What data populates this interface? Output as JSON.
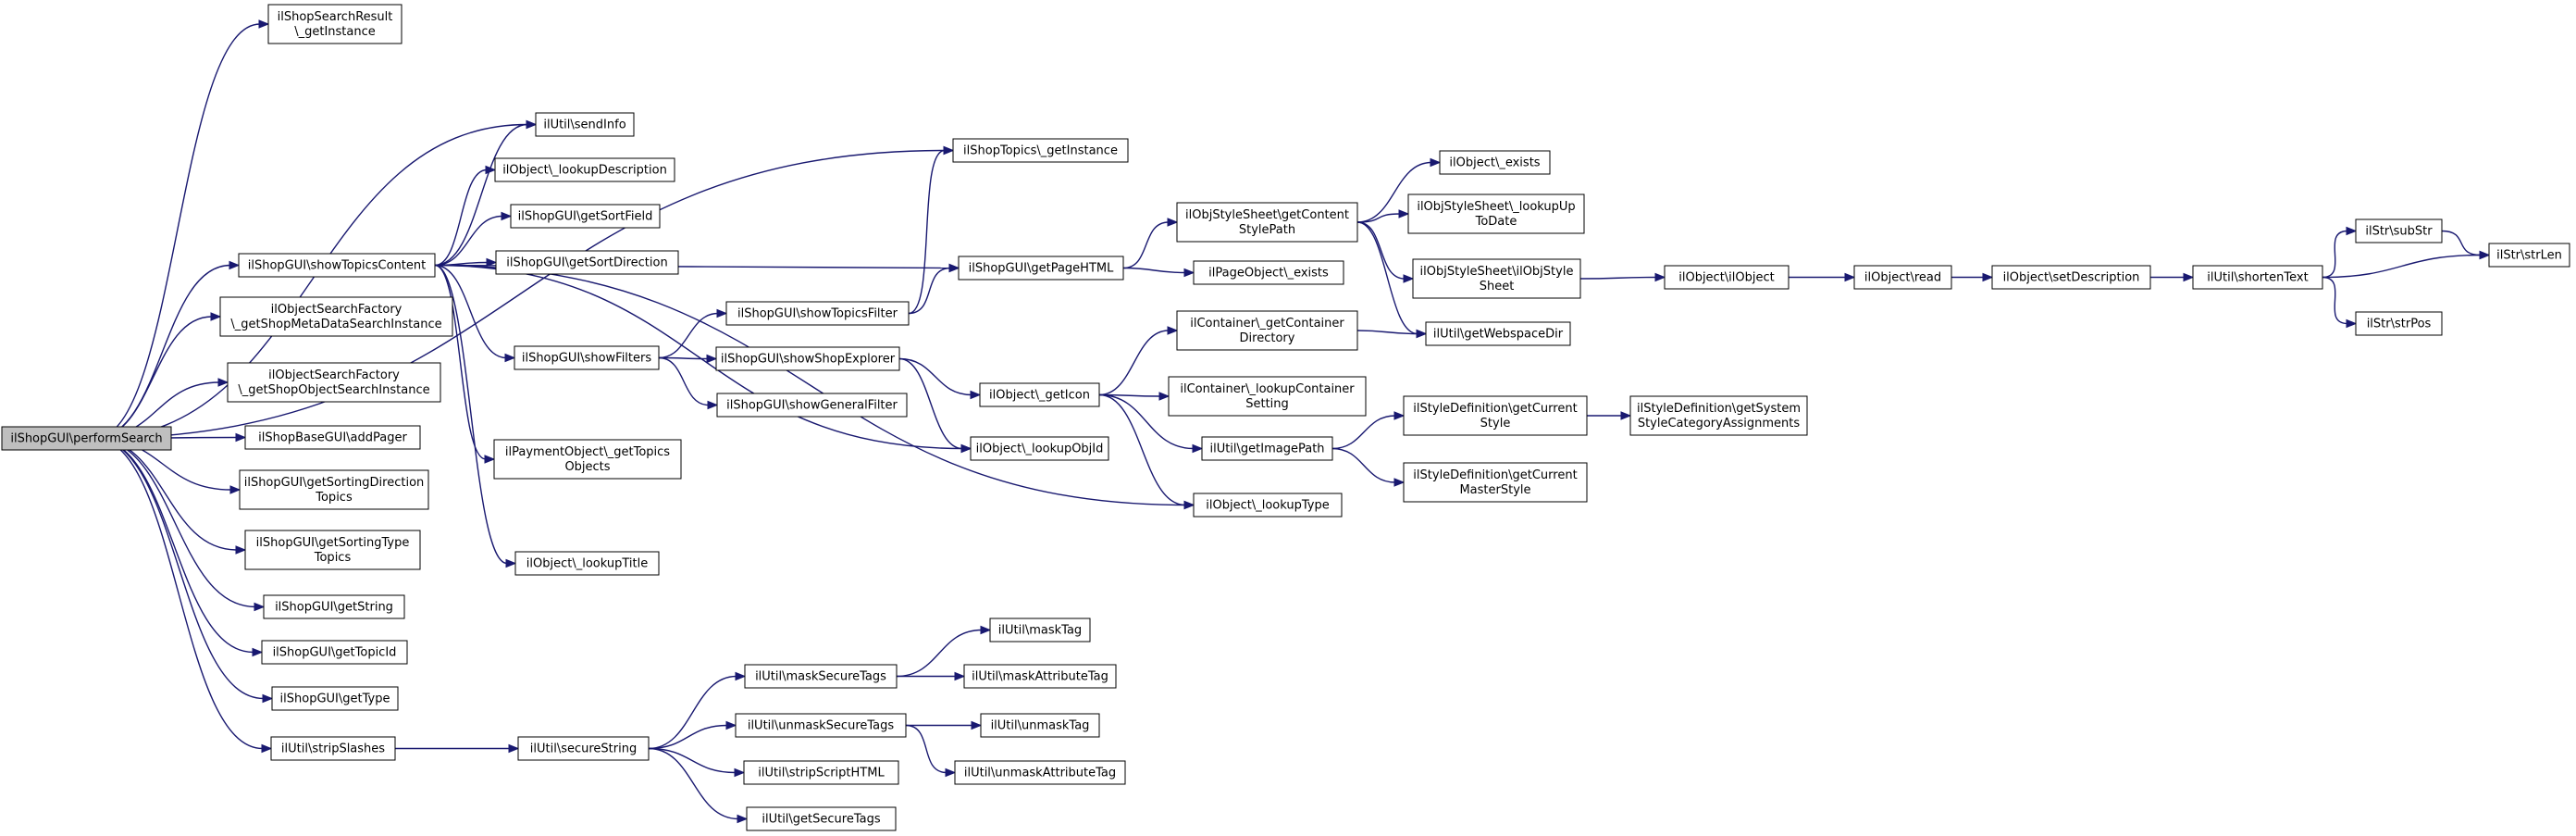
{
  "colors": {
    "edge": "#191970",
    "root_fill": "#bfbfbf",
    "node_fill": "#ffffff",
    "border": "#000000"
  },
  "nodes": [
    {
      "id": "root",
      "lines": [
        "ilShopGUI\\performSearch"
      ],
      "root": true
    },
    {
      "id": "n1",
      "lines": [
        "ilShopSearchResult",
        "\\_getInstance"
      ]
    },
    {
      "id": "n2",
      "lines": [
        "ilShopTopics\\_getInstance"
      ]
    },
    {
      "id": "n3",
      "lines": [
        "ilUtil\\sendInfo"
      ]
    },
    {
      "id": "n4",
      "lines": [
        "ilObject\\_lookupDescription"
      ]
    },
    {
      "id": "n5",
      "lines": [
        "ilShopGUI\\getSortField"
      ]
    },
    {
      "id": "n6",
      "lines": [
        "ilShopGUI\\getSortDirection"
      ]
    },
    {
      "id": "n7",
      "lines": [
        "ilShopGUI\\showTopicsContent"
      ]
    },
    {
      "id": "n8",
      "lines": [
        "ilObjectSearchFactory",
        "\\_getShopMetaDataSearchInstance"
      ]
    },
    {
      "id": "n9",
      "lines": [
        "ilObjectSearchFactory",
        "\\_getShopObjectSearchInstance"
      ]
    },
    {
      "id": "n10",
      "lines": [
        "ilShopBaseGUI\\addPager"
      ]
    },
    {
      "id": "n11",
      "lines": [
        "ilShopGUI\\getSortingDirection",
        "Topics"
      ]
    },
    {
      "id": "n12",
      "lines": [
        "ilShopGUI\\getSortingType",
        "Topics"
      ]
    },
    {
      "id": "n13",
      "lines": [
        "ilShopGUI\\getString"
      ]
    },
    {
      "id": "n14",
      "lines": [
        "ilShopGUI\\getTopicId"
      ]
    },
    {
      "id": "n15",
      "lines": [
        "ilShopGUI\\getType"
      ]
    },
    {
      "id": "n16",
      "lines": [
        "ilUtil\\stripSlashes"
      ]
    },
    {
      "id": "n17",
      "lines": [
        "ilShopGUI\\showFilters"
      ]
    },
    {
      "id": "n18",
      "lines": [
        "ilPaymentObject\\_getTopics",
        "Objects"
      ]
    },
    {
      "id": "n19",
      "lines": [
        "ilObject\\_lookupTitle"
      ]
    },
    {
      "id": "n20",
      "lines": [
        "ilShopGUI\\showTopicsFilter"
      ]
    },
    {
      "id": "n21",
      "lines": [
        "ilShopGUI\\showShopExplorer"
      ]
    },
    {
      "id": "n22",
      "lines": [
        "ilShopGUI\\showGeneralFilter"
      ]
    },
    {
      "id": "n23",
      "lines": [
        "ilShopGUI\\getPageHTML"
      ]
    },
    {
      "id": "n24",
      "lines": [
        "ilObjStyleSheet\\getContent",
        "StylePath"
      ]
    },
    {
      "id": "n25",
      "lines": [
        "ilPageObject\\_exists"
      ]
    },
    {
      "id": "n26",
      "lines": [
        "ilObject\\_exists"
      ]
    },
    {
      "id": "n27",
      "lines": [
        "ilObjStyleSheet\\_lookupUp",
        "ToDate"
      ]
    },
    {
      "id": "n28",
      "lines": [
        "ilObjStyleSheet\\ilObjStyle",
        "Sheet"
      ]
    },
    {
      "id": "n29",
      "lines": [
        "ilUtil\\getWebspaceDir"
      ]
    },
    {
      "id": "n30",
      "lines": [
        "ilObject\\ilObject"
      ]
    },
    {
      "id": "n31",
      "lines": [
        "ilObject\\read"
      ]
    },
    {
      "id": "n32",
      "lines": [
        "ilObject\\setDescription"
      ]
    },
    {
      "id": "n33",
      "lines": [
        "ilUtil\\shortenText"
      ]
    },
    {
      "id": "n34",
      "lines": [
        "ilStr\\subStr"
      ]
    },
    {
      "id": "n35",
      "lines": [
        "ilStr\\strLen"
      ]
    },
    {
      "id": "n36",
      "lines": [
        "ilStr\\strPos"
      ]
    },
    {
      "id": "n37",
      "lines": [
        "ilObject\\_getIcon"
      ]
    },
    {
      "id": "n38",
      "lines": [
        "ilObject\\_lookupObjId"
      ]
    },
    {
      "id": "n39",
      "lines": [
        "ilContainer\\_getContainer",
        "Directory"
      ]
    },
    {
      "id": "n40",
      "lines": [
        "ilContainer\\_lookupContainer",
        "Setting"
      ]
    },
    {
      "id": "n41",
      "lines": [
        "ilUtil\\getImagePath"
      ]
    },
    {
      "id": "n42",
      "lines": [
        "ilObject\\_lookupType"
      ]
    },
    {
      "id": "n43",
      "lines": [
        "ilStyleDefinition\\getCurrent",
        "Style"
      ]
    },
    {
      "id": "n44",
      "lines": [
        "ilStyleDefinition\\getSystem",
        "StyleCategoryAssignments"
      ]
    },
    {
      "id": "n45",
      "lines": [
        "ilStyleDefinition\\getCurrent",
        "MasterStyle"
      ]
    },
    {
      "id": "n46",
      "lines": [
        "ilUtil\\secureString"
      ]
    },
    {
      "id": "n47",
      "lines": [
        "ilUtil\\maskSecureTags"
      ]
    },
    {
      "id": "n48",
      "lines": [
        "ilUtil\\unmaskSecureTags"
      ]
    },
    {
      "id": "n49",
      "lines": [
        "ilUtil\\stripScriptHTML"
      ]
    },
    {
      "id": "n50",
      "lines": [
        "ilUtil\\getSecureTags"
      ]
    },
    {
      "id": "n51",
      "lines": [
        "ilUtil\\maskTag"
      ]
    },
    {
      "id": "n52",
      "lines": [
        "ilUtil\\maskAttributeTag"
      ]
    },
    {
      "id": "n53",
      "lines": [
        "ilUtil\\unmaskTag"
      ]
    },
    {
      "id": "n54",
      "lines": [
        "ilUtil\\unmaskAttributeTag"
      ]
    }
  ],
  "edges": [
    [
      "root",
      "n1"
    ],
    [
      "root",
      "n2"
    ],
    [
      "root",
      "n3"
    ],
    [
      "root",
      "n7"
    ],
    [
      "root",
      "n8"
    ],
    [
      "root",
      "n9"
    ],
    [
      "root",
      "n10"
    ],
    [
      "root",
      "n11"
    ],
    [
      "root",
      "n12"
    ],
    [
      "root",
      "n13"
    ],
    [
      "root",
      "n14"
    ],
    [
      "root",
      "n15"
    ],
    [
      "root",
      "n16"
    ],
    [
      "n7",
      "n3"
    ],
    [
      "n7",
      "n4"
    ],
    [
      "n7",
      "n5"
    ],
    [
      "n7",
      "n6"
    ],
    [
      "n7",
      "n23"
    ],
    [
      "n7",
      "n17"
    ],
    [
      "n7",
      "n18"
    ],
    [
      "n7",
      "n19"
    ],
    [
      "n7",
      "n38"
    ],
    [
      "n7",
      "n42"
    ],
    [
      "n17",
      "n20"
    ],
    [
      "n17",
      "n21"
    ],
    [
      "n17",
      "n22"
    ],
    [
      "n20",
      "n2"
    ],
    [
      "n20",
      "n23"
    ],
    [
      "n21",
      "n37"
    ],
    [
      "n21",
      "n38"
    ],
    [
      "n23",
      "n24"
    ],
    [
      "n23",
      "n25"
    ],
    [
      "n24",
      "n26"
    ],
    [
      "n24",
      "n27"
    ],
    [
      "n24",
      "n28"
    ],
    [
      "n24",
      "n29"
    ],
    [
      "n28",
      "n30"
    ],
    [
      "n30",
      "n31"
    ],
    [
      "n31",
      "n32"
    ],
    [
      "n32",
      "n33"
    ],
    [
      "n33",
      "n34"
    ],
    [
      "n33",
      "n35"
    ],
    [
      "n33",
      "n36"
    ],
    [
      "n34",
      "n35"
    ],
    [
      "n37",
      "n39"
    ],
    [
      "n37",
      "n40"
    ],
    [
      "n37",
      "n41"
    ],
    [
      "n37",
      "n42"
    ],
    [
      "n39",
      "n29"
    ],
    [
      "n41",
      "n43"
    ],
    [
      "n41",
      "n45"
    ],
    [
      "n43",
      "n44"
    ],
    [
      "n16",
      "n46"
    ],
    [
      "n46",
      "n47"
    ],
    [
      "n46",
      "n48"
    ],
    [
      "n46",
      "n49"
    ],
    [
      "n46",
      "n50"
    ],
    [
      "n47",
      "n51"
    ],
    [
      "n47",
      "n52"
    ],
    [
      "n48",
      "n53"
    ],
    [
      "n48",
      "n54"
    ]
  ]
}
